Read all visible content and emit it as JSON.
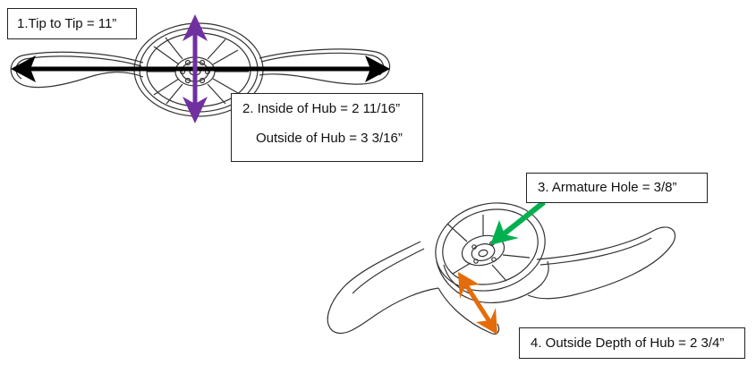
{
  "labels": {
    "tip_to_tip": "1.Tip to Tip = 11”",
    "inside_hub": "2. Inside of Hub = 2 11/16”",
    "outside_hub": "Outside of Hub = 3 3/16”",
    "armature_hole": "3. Armature Hole = 3/8”",
    "outside_depth": "4. Outside Depth of Hub = 2 3/4”"
  },
  "colors": {
    "tip_arrow": "#000000",
    "hub_arrow": "#7030a0",
    "armature_arrow": "#00b050",
    "depth_arrow": "#e46c0a",
    "line_art": "#333333"
  },
  "icons": {
    "top_view": "propeller-top-view-drawing",
    "side_view": "propeller-perspective-drawing"
  }
}
